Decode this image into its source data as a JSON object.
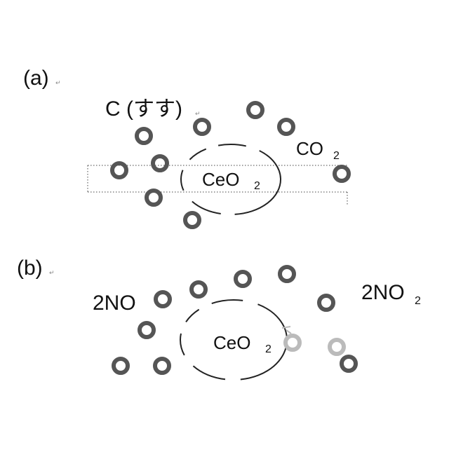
{
  "panel_a": {
    "label": "(a)",
    "soot_label": "C (すす)",
    "core": {
      "text": "CeO",
      "sub": "2"
    },
    "product": {
      "text": "CO",
      "sub": "2"
    }
  },
  "panel_b": {
    "label": "(b)",
    "reactant": "2NO",
    "core": {
      "text": "CeO",
      "sub": "2"
    },
    "product": {
      "text": "2NO",
      "sub": "2"
    }
  },
  "colors": {
    "particle": "#555555",
    "particle_faded": "#bbbbbb",
    "line": "#222222",
    "dotted": "#444444"
  }
}
